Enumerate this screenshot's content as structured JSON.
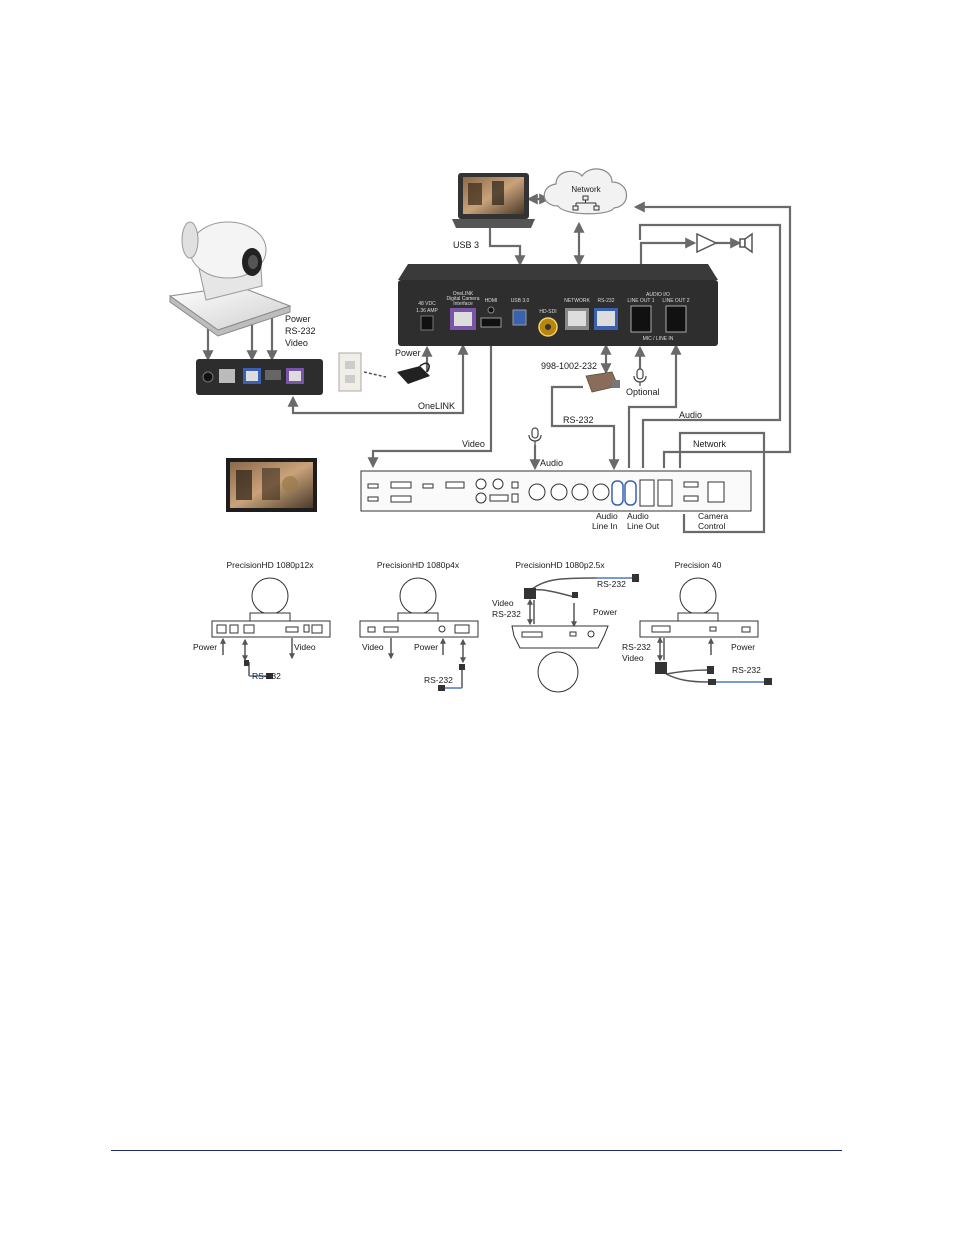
{
  "colors": {
    "line": "#6a6a6a",
    "device_dark": "#2e2e2e",
    "device_face": "#3a3a3a",
    "port_purple": "#7a54a8",
    "port_blue": "#3a62b0",
    "footer_rule": "#1f2a66"
  },
  "labels": {
    "network_cloud": "Network",
    "usb3": "USB 3",
    "power_rs232_video": [
      "Power",
      "RS-232",
      "Video"
    ],
    "power": "Power",
    "onelink": "OneLINK",
    "part_number": "998-1002-232",
    "optional": "Optional",
    "rs232": "RS-232",
    "audio_right": "Audio",
    "video": "Video",
    "audio_mic": "Audio",
    "network_right": "Network",
    "audio_line_in": [
      "Audio",
      "Line In"
    ],
    "audio_line_out": [
      "Audio",
      "Line Out"
    ],
    "camera_control": [
      "Camera",
      "Control"
    ]
  },
  "device_panel": {
    "onelink": [
      "OneLINK",
      "Digital Camera",
      "Interface"
    ],
    "power_spec": [
      "48 VDC",
      "1.36 AMP"
    ],
    "hdmi": "HDMI",
    "usb": "USB 3.0",
    "hd_sdi": "HD-SDI",
    "network": "NETWORK",
    "rs232": "RS-232",
    "audio_io": "AUDIO I/O",
    "line_out_1": "LINE OUT 1",
    "line_out_2": "LINE OUT 2",
    "mic_line_in": "MIC / LINE IN"
  },
  "cameras": [
    {
      "title": "PrecisionHD 1080p12x",
      "left_label": "Power",
      "right_label": "Video",
      "cable_label": "RS-232"
    },
    {
      "title": "PrecisionHD 1080p4x",
      "left_label": "Video",
      "right_label": "Power",
      "cable_label": "RS-232"
    },
    {
      "title": "PrecisionHD 1080p2.5x",
      "left_label": [
        "Video",
        "RS-232"
      ],
      "right_label": "Power",
      "cable_label": "RS-232"
    },
    {
      "title": "Precision 40",
      "left_label": [
        "RS-232",
        "Video"
      ],
      "right_label": "Power",
      "cable_label": "RS-232"
    }
  ],
  "icons": [
    "camera-icon",
    "laptop-icon",
    "network-cloud-icon",
    "amplifier-icon",
    "speaker-icon",
    "wall-outlet-icon",
    "power-adapter-icon",
    "microphone-icon",
    "rs232-adapter-icon",
    "display-icon",
    "codec-icon"
  ]
}
